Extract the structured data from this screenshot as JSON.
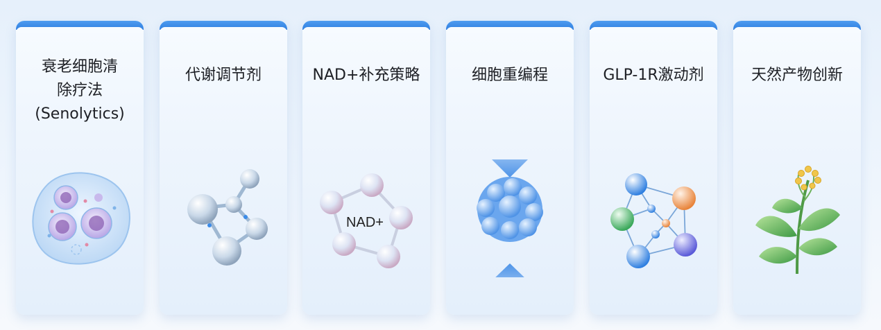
{
  "cards": [
    {
      "title": "衰老细胞清\n除疗法\n(Senolytics)",
      "icon": "senescent-cell-icon"
    },
    {
      "title": "代谢调节剂",
      "icon": "molecule-icon"
    },
    {
      "title": "NAD+补充策略",
      "icon": "nad-ring-icon",
      "icon_label": "NAD+"
    },
    {
      "title": "细胞重编程",
      "icon": "cell-cluster-arrows-icon"
    },
    {
      "title": "GLP-1R激动剂",
      "icon": "network-molecule-icon"
    },
    {
      "title": "天然产物创新",
      "icon": "plant-sprout-icon"
    }
  ],
  "colors": {
    "accent": "#3b8be8",
    "card_bg": "#eef5fd"
  }
}
